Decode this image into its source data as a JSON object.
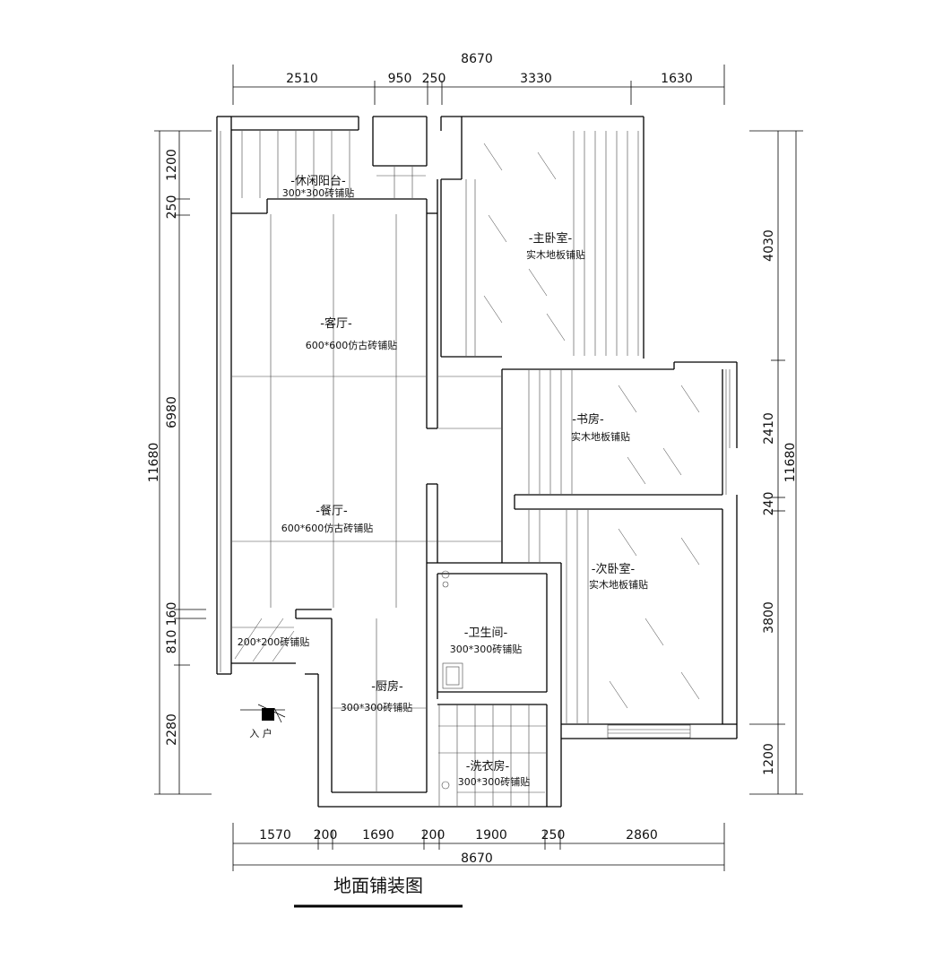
{
  "top_dims": {
    "total": "8670",
    "segments": [
      "2510",
      "950",
      "250",
      "3330",
      "1630"
    ]
  },
  "bottom_dims": {
    "total": "8670",
    "segments": [
      "1570",
      "200",
      "1690",
      "200",
      "1900",
      "250",
      "2860"
    ]
  },
  "left_dims": {
    "total": "11680",
    "segments": [
      "1200",
      "250",
      "6980",
      "160",
      "810",
      "2280"
    ]
  },
  "right_dims": {
    "total": "11680",
    "segments": [
      "4030",
      "2410",
      "240",
      "3800",
      "1200"
    ]
  },
  "rooms": {
    "balcony": {
      "name": "-休闲阳台-",
      "floor": "300*300砖铺贴"
    },
    "master": {
      "name": "-主卧室-",
      "floor": "实木地板铺贴"
    },
    "living": {
      "name": "-客厅-",
      "floor": "600*600仿古砖铺贴"
    },
    "study": {
      "name": "-书房-",
      "floor": "实木地板铺贴"
    },
    "dining": {
      "name": "-餐厅-",
      "floor": "600*600仿古砖铺贴"
    },
    "second": {
      "name": "-次卧室-",
      "floor": "实木地板铺贴"
    },
    "entry": {
      "floor": "200*200砖铺贴"
    },
    "bath": {
      "name": "-卫生间-",
      "floor": "300*300砖铺贴"
    },
    "kitchen": {
      "name": "-厨房-",
      "floor": "300*300砖铺贴"
    },
    "laundry": {
      "name": "-洗衣房-",
      "floor": "300*300砖铺贴"
    }
  },
  "entrance_label": "入 户",
  "title": "地面铺装图"
}
